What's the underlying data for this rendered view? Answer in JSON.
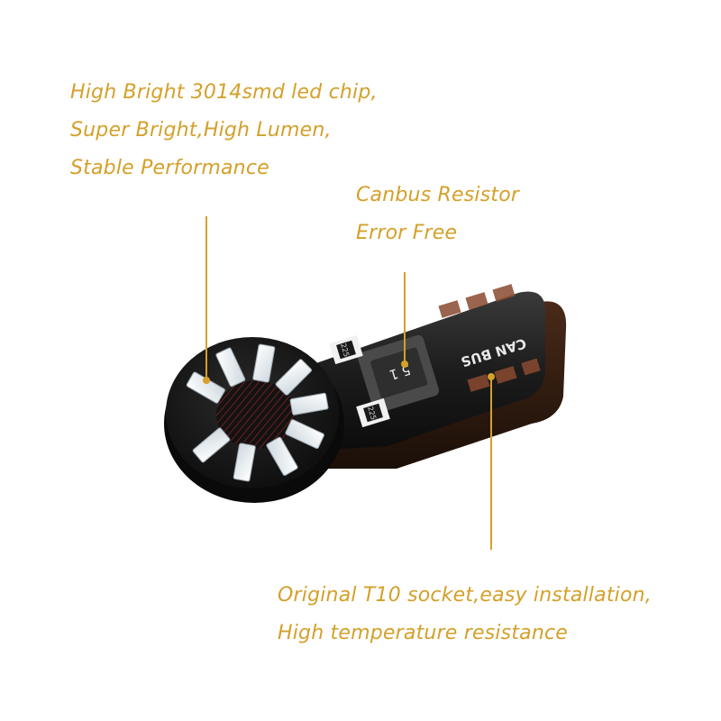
{
  "captions": {
    "led_chip": [
      "High Bright 3014smd led chip,",
      "Super Bright,High Lumen,",
      "Stable Performance"
    ],
    "canbus": [
      "Canbus Resistor",
      "Error Free"
    ],
    "socket": [
      "Original T10 socket,easy installation,",
      "High temperature resistance"
    ]
  },
  "board_print": {
    "can_bus": "CAN BUS",
    "resistor_code": "5 1",
    "small_code_a": "225",
    "small_code_b": "225"
  },
  "colors": {
    "accent": "#d4a02a",
    "board": "#1c1c1c",
    "led": "#eef3f6",
    "resistor": "#3b3b3b"
  },
  "icons": {
    "product": "t10-canbus-led-bulb"
  }
}
